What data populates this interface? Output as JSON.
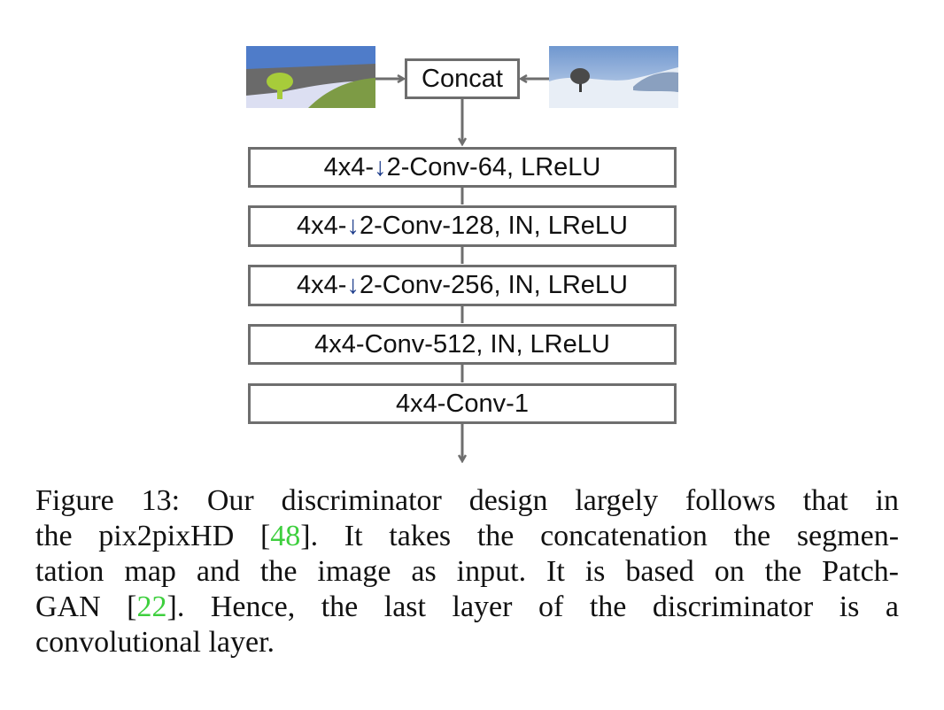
{
  "diagram": {
    "concat_label": "Concat",
    "layers": [
      {
        "prefix": "4x4-",
        "arrow": "↓",
        "suffix": "2-Conv-64, LReLU"
      },
      {
        "prefix": "4x4-",
        "arrow": "↓",
        "suffix": "2-Conv-128, IN, LReLU"
      },
      {
        "prefix": "4x4-",
        "arrow": "↓",
        "suffix": "2-Conv-256, IN, LReLU"
      },
      {
        "prefix": "4x4-Conv-512, IN, LReLU",
        "arrow": "",
        "suffix": ""
      },
      {
        "prefix": "4x4-Conv-1",
        "arrow": "",
        "suffix": ""
      }
    ],
    "colors": {
      "box_border": "#6e6e6e",
      "arrow": "#6e6e6e",
      "downsample_arrow": "#1a3a8a",
      "citation": "#3ecf3e"
    }
  },
  "caption": {
    "l1": "Figure 13: Our discriminator design largely follows that in",
    "l2a": "the pix2pixHD [",
    "l2cite": "48",
    "l2b": "]. It takes the concatenation the segmen-",
    "l3": "tation map and the image as input. It is based on the Patch-",
    "l4a": "GAN [",
    "l4cite": "22",
    "l4b": "].  Hence, the last layer of the discriminator is a",
    "l5": "convolutional layer."
  }
}
